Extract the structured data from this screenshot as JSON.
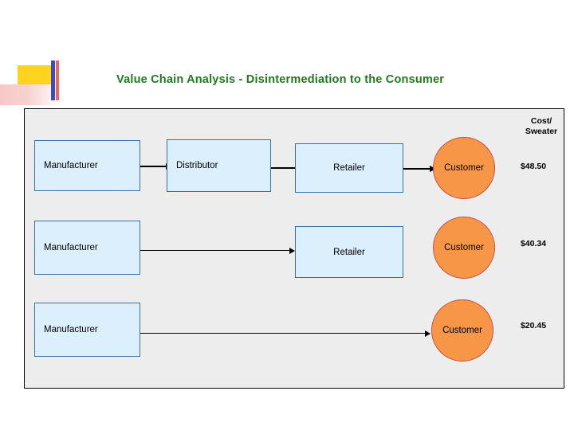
{
  "title": "Value Chain Analysis - Disintermediation to the Consumer",
  "cost_header": "Cost/ Sweater",
  "cost_header_line1": "Cost/",
  "cost_header_line2": "Sweater",
  "rows": [
    {
      "manufacturer": "Manufacturer",
      "distributor": "Distributor",
      "retailer": "Retailer",
      "customer": "Customer",
      "price": "$48.50"
    },
    {
      "manufacturer": "Manufacturer",
      "retailer": "Retailer",
      "customer": "Customer",
      "price": "$40.34"
    },
    {
      "manufacturer": "Manufacturer",
      "customer": "Customer",
      "price": "$20.45"
    }
  ],
  "colors": {
    "title": "#1f7a1f",
    "box_fill": "#dceffc",
    "box_border": "#3a6fa8",
    "circle_fill": "#f79646",
    "circle_border": "#c0504d",
    "panel_fill": "#ededed"
  }
}
